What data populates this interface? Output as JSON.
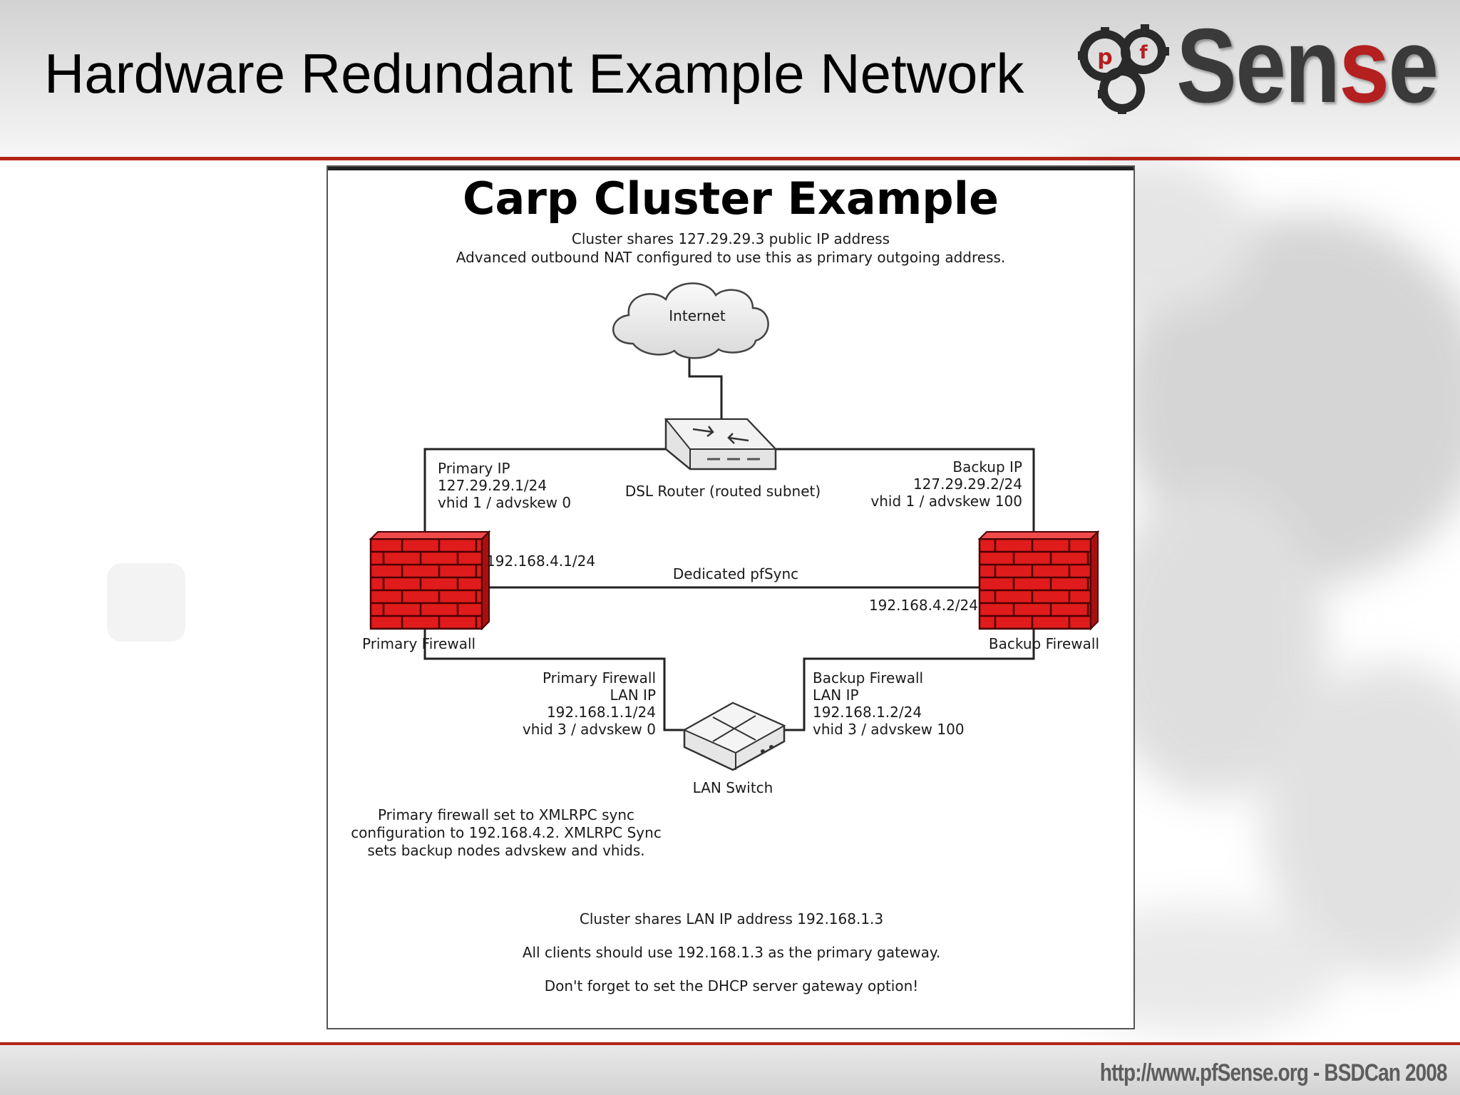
{
  "slide": {
    "title": "Hardware Redundant Example Network",
    "footer": "http://www.pfSense.org - BSDCan 2008"
  },
  "logo": {
    "p": "p",
    "f": "f",
    "word_main": "Sen",
    "word_red": "s",
    "word_end": "e"
  },
  "diagram": {
    "title": "Carp Cluster Example",
    "subtitle_line1": "Cluster shares 127.29.29.3 public IP address",
    "subtitle_line2": "Advanced outbound NAT configured to use this as primary outgoing address.",
    "internet": "Internet",
    "router": "DSL Router (routed subnet)",
    "primary_ip": [
      "Primary IP",
      "127.29.29.1/24",
      "vhid 1 / advskew 0"
    ],
    "backup_ip": [
      "Backup IP",
      "127.29.29.2/24",
      "vhid 1 / advskew 100"
    ],
    "primary_sync_ip": "192.168.4.1/24",
    "sync_label": "Dedicated pfSync",
    "backup_sync_ip": "192.168.4.2/24",
    "primary_firewall": "Primary Firewall",
    "backup_firewall": "Backup Firewall",
    "primary_lan": [
      "Primary Firewall",
      "LAN IP",
      "192.168.1.1/24",
      "vhid 3 / advskew 0"
    ],
    "backup_lan": [
      "Backup Firewall",
      "LAN IP",
      "192.168.1.2/24",
      "vhid 3 / advskew 100"
    ],
    "switch": "LAN Switch",
    "xmlrpc_note": [
      "Primary firewall set to XMLRPC sync",
      "configuration to 192.168.4.2. XMLRPC Sync",
      "sets backup nodes advskew and vhids."
    ],
    "footer_notes": [
      "Cluster shares LAN IP address 192.168.1.3",
      "All clients should use 192.168.1.3 as the primary gateway.",
      "Don't forget to set the DHCP server gateway option!"
    ]
  },
  "colors": {
    "accent_red": "#b52318",
    "firewall_red": "#e01b1b"
  }
}
